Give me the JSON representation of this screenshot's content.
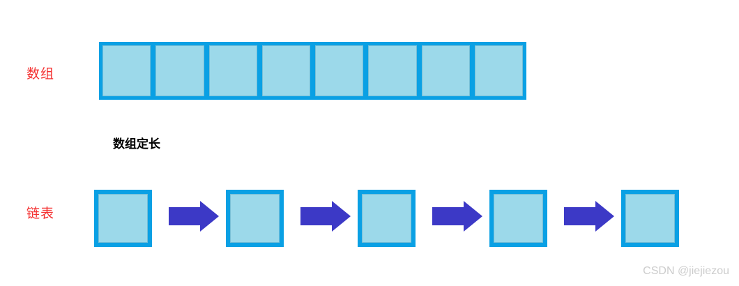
{
  "labels": {
    "array_label": "数组",
    "list_label": "链表",
    "array_note": "数组定长"
  },
  "array": {
    "cell_count": 8
  },
  "linked_list": {
    "node_count": 5,
    "arrow_count": 4
  },
  "colors": {
    "box_border": "#0aa0e4",
    "box_fill": "#9cd9ea",
    "arrow_blue": "#3c39c6",
    "label_red": "#f42f2f",
    "note_black": "#000000",
    "watermark_gray": "#cccccc"
  },
  "watermark": {
    "text": "CSDN @jiejiezou"
  }
}
